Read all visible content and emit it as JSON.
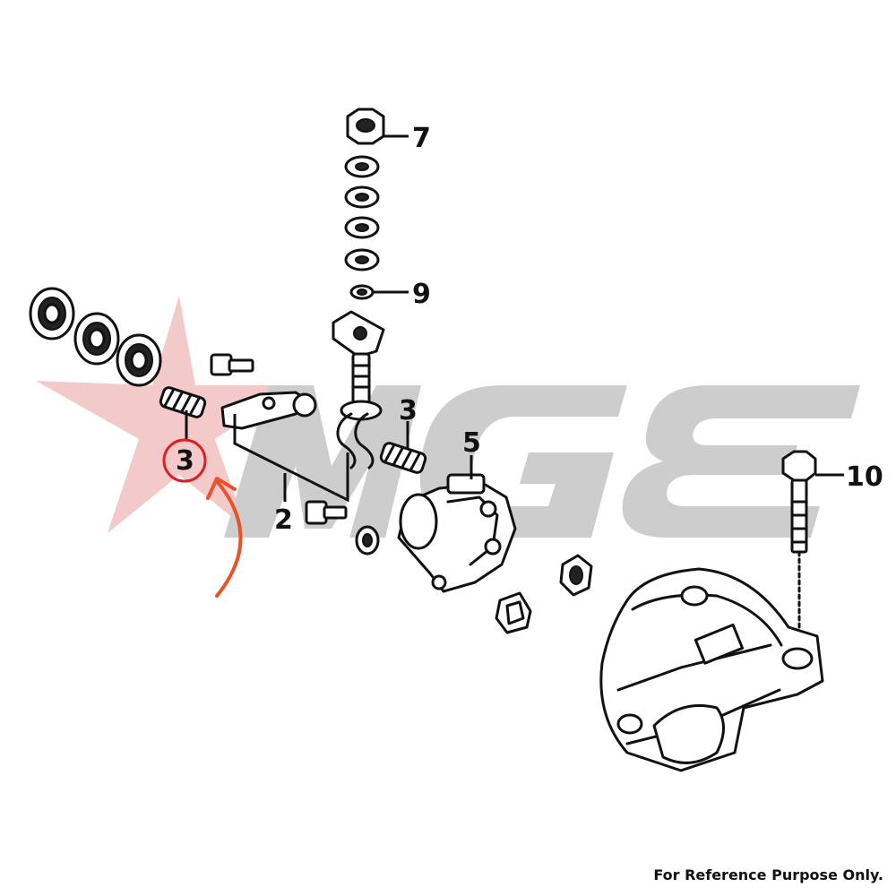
{
  "diagram": {
    "callouts": [
      {
        "id": "7",
        "label": "7"
      },
      {
        "id": "9",
        "label": "9"
      },
      {
        "id": "3a",
        "label": "3"
      },
      {
        "id": "3b",
        "label": "3"
      },
      {
        "id": "5",
        "label": "5"
      },
      {
        "id": "2",
        "label": "2"
      },
      {
        "id": "10",
        "label": "10"
      }
    ],
    "highlighted_callout": "3b",
    "colors": {
      "highlight": "#e02020",
      "arrow": "#e8532a",
      "watermark_gray": "#c8c8c8",
      "watermark_pink": "#f2b8b8",
      "lines": "#111111"
    }
  },
  "watermark": {
    "text": "MGE",
    "style": "logo"
  },
  "footer": {
    "note": "For Reference Purpose Only."
  }
}
